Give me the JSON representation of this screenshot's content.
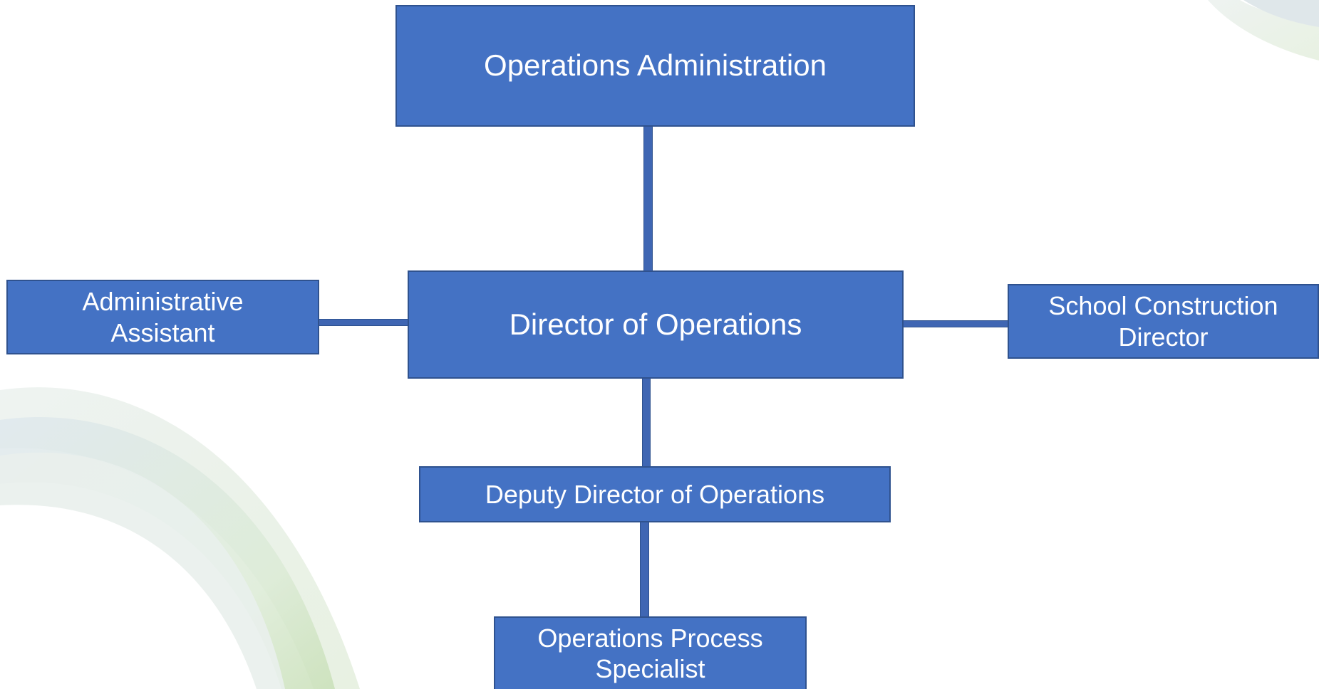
{
  "diagram": {
    "type": "org-chart",
    "colors": {
      "box_fill": "#4472c4",
      "box_border": "#2f528f",
      "box_text": "#ffffff",
      "connector": "#3f66b3"
    },
    "nodes": {
      "operations_administration": "Operations Administration",
      "director_of_operations": "Director of Operations",
      "administrative_assistant": "Administrative\nAssistant",
      "school_construction_director": "School Construction\nDirector",
      "deputy_director_of_operations": "Deputy Director of Operations",
      "operations_process_specialist": "Operations Process\nSpecialist"
    },
    "edges": [
      [
        "Operations Administration",
        "Director of Operations"
      ],
      [
        "Director of Operations",
        "Administrative Assistant"
      ],
      [
        "Director of Operations",
        "School Construction Director"
      ],
      [
        "Director of Operations",
        "Deputy Director of Operations"
      ],
      [
        "Deputy Director of Operations",
        "Operations Process Specialist"
      ]
    ]
  }
}
